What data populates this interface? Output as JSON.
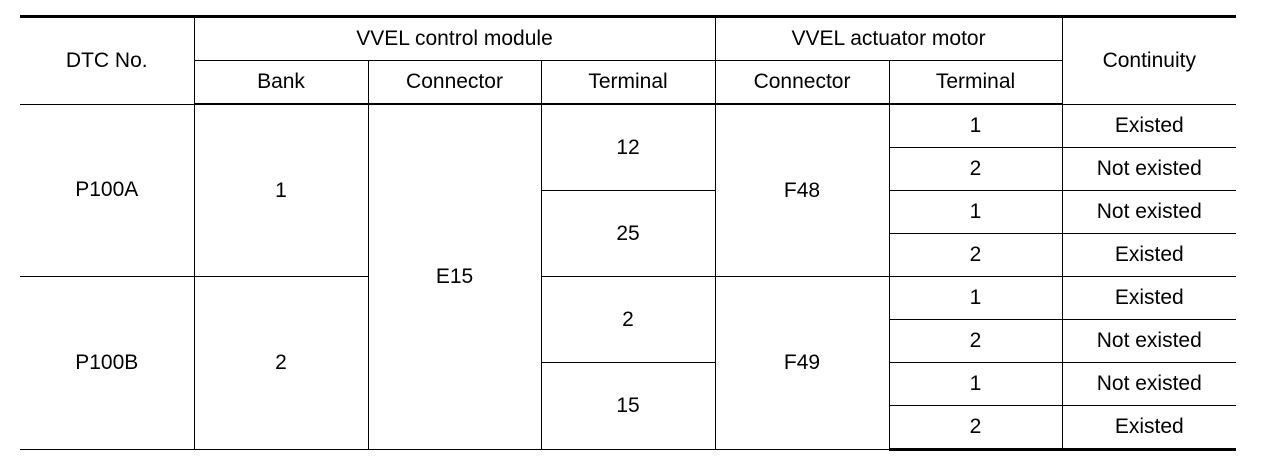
{
  "headers": {
    "dtc_no": "DTC No.",
    "vvel_control_module": "VVEL control module",
    "vvel_actuator_motor": "VVEL actuator motor",
    "continuity": "Continuity",
    "bank": "Bank",
    "cm_connector": "Connector",
    "cm_terminal": "Terminal",
    "am_connector": "Connector",
    "am_terminal": "Terminal"
  },
  "groups": [
    {
      "dtc": "P100A",
      "bank": "1",
      "module_connector": "E15",
      "actuator_connector": "F48",
      "terminals": [
        {
          "module_terminal": "12",
          "rows": [
            {
              "actuator_terminal": "1",
              "continuity": "Existed"
            },
            {
              "actuator_terminal": "2",
              "continuity": "Not existed"
            }
          ]
        },
        {
          "module_terminal": "25",
          "rows": [
            {
              "actuator_terminal": "1",
              "continuity": "Not existed"
            },
            {
              "actuator_terminal": "2",
              "continuity": "Existed"
            }
          ]
        }
      ]
    },
    {
      "dtc": "P100B",
      "bank": "2",
      "module_connector": "E15",
      "actuator_connector": "F49",
      "terminals": [
        {
          "module_terminal": "2",
          "rows": [
            {
              "actuator_terminal": "1",
              "continuity": "Existed"
            },
            {
              "actuator_terminal": "2",
              "continuity": "Not existed"
            }
          ]
        },
        {
          "module_terminal": "15",
          "rows": [
            {
              "actuator_terminal": "1",
              "continuity": "Not existed"
            },
            {
              "actuator_terminal": "2",
              "continuity": "Existed"
            }
          ]
        }
      ]
    }
  ]
}
